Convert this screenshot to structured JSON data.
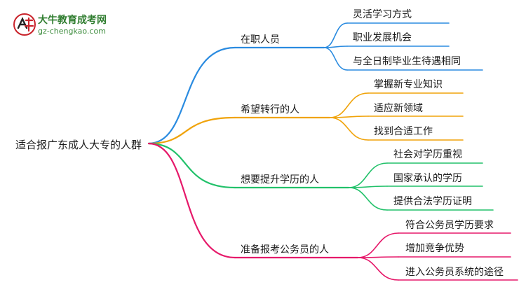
{
  "logo": {
    "icon_name": "daniu-logo-icon",
    "title": "大牛教育成考网",
    "url": "gz-chengkao.com"
  },
  "mindmap": {
    "root": "适合报广东成人大专的人群",
    "branches": [
      {
        "label": "在职人员",
        "color": "#2a8be0",
        "children": [
          "灵活学习方式",
          "职业发展机会",
          "与全日制毕业生待遇相同"
        ]
      },
      {
        "label": "希望转行的人",
        "color": "#f0a30a",
        "children": [
          "掌握新专业知识",
          "适应新领域",
          "找到合适工作"
        ]
      },
      {
        "label": "想要提升学历的人",
        "color": "#22c16a",
        "children": [
          "社会对学历重视",
          "国家承认的学历",
          "提供合法学历证明"
        ]
      },
      {
        "label": "准备报考公务员的人",
        "color": "#e6196a",
        "children": [
          "符合公务员学历要求",
          "增加竞争优势",
          "进入公务员系统的途径"
        ]
      }
    ]
  }
}
